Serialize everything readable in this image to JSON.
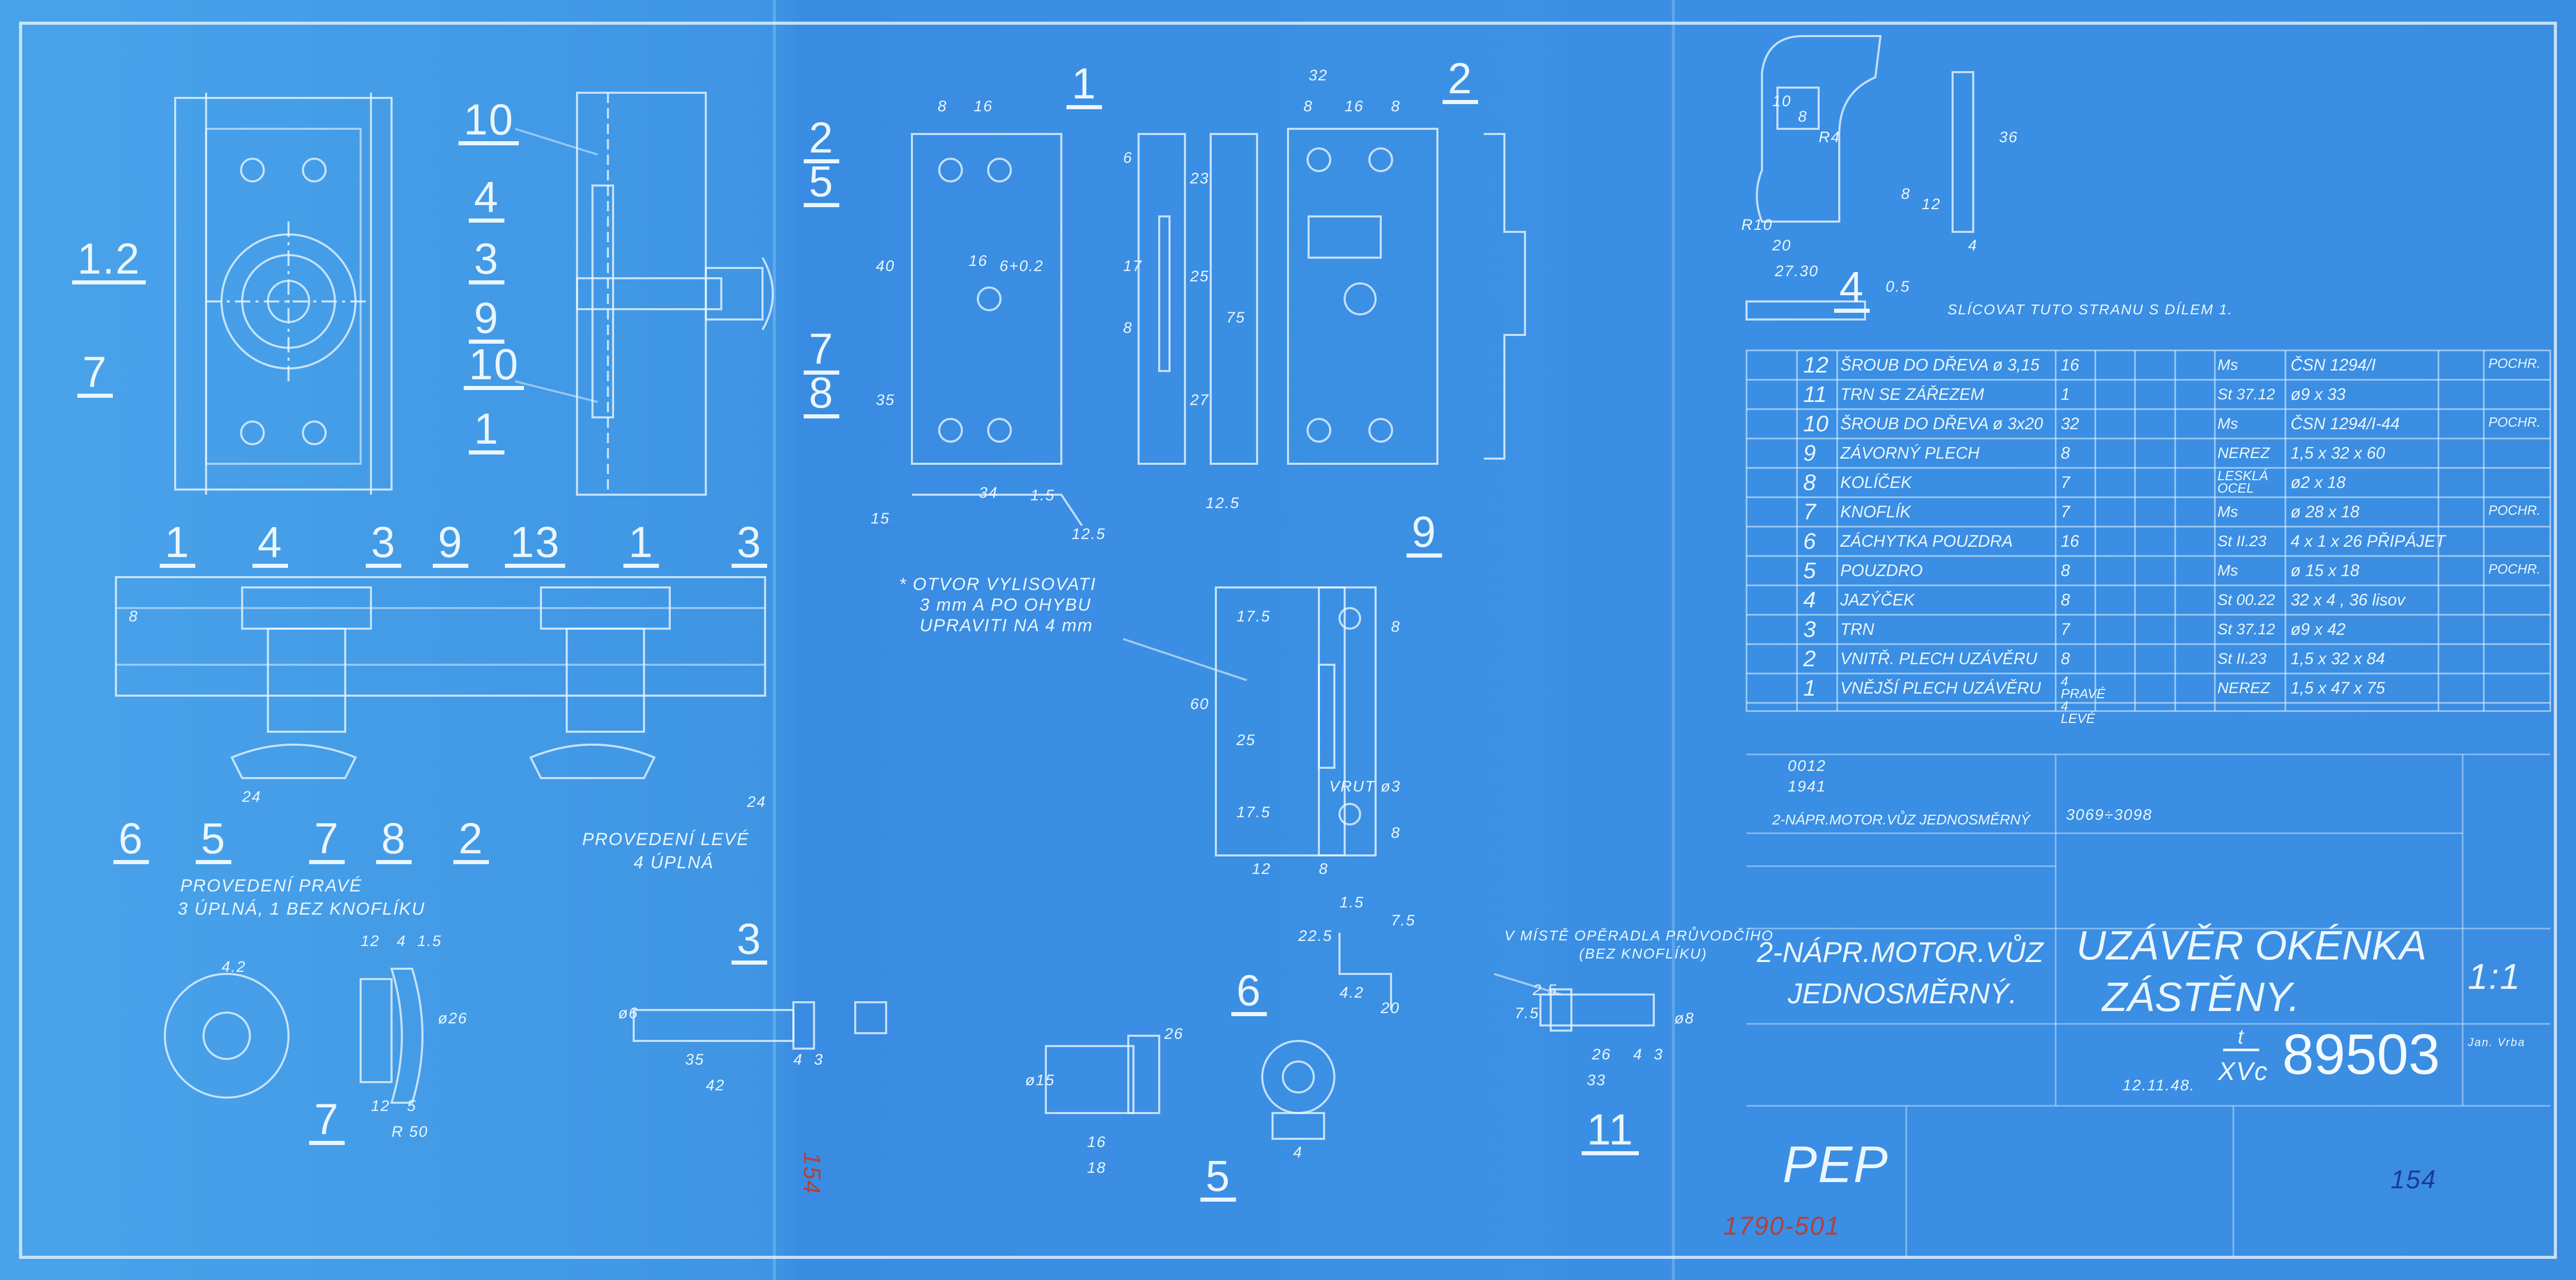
{
  "colors": {
    "paper": "#3c91e4",
    "ink": "#eaf6ff",
    "red_pencil": "#b4403a",
    "blue_pen": "#1a3c9a"
  },
  "left_panel": {
    "view_labels": [
      "1.2",
      "7",
      "10",
      "4",
      "3",
      "9",
      "10",
      "1",
      "2",
      "5",
      "7",
      "8"
    ],
    "section_labels": [
      "1",
      "4",
      "3",
      "9",
      "13",
      "1",
      "3"
    ],
    "bottom_labels": [
      "6",
      "5",
      "7",
      "8",
      "2"
    ],
    "right_version": {
      "title": "PROVEDENÍ PRAVÉ",
      "detail": "3 ÚPLNÁ, 1 BEZ KNOFLÍKU"
    },
    "left_version": {
      "title": "PROVEDENÍ LEVÉ",
      "detail": "4 ÚPLNÁ"
    },
    "part7_label": "7",
    "part3_label": "3",
    "dims": [
      "8",
      "24",
      "24",
      "4.2",
      "12",
      "4",
      "1.5",
      "ø26",
      "R 50",
      "12",
      "5",
      "35",
      "42",
      "4",
      "3",
      "ø6"
    ]
  },
  "middle_panel": {
    "part1_label": "1",
    "part2_label": "2",
    "part9_label": "9",
    "part6_label": "6",
    "part5_label": "5",
    "note": [
      "* OTVOR VYLISOVATI",
      "3 mm A PO OHYBU",
      "UPRAVITI NA 4 mm"
    ],
    "dims": [
      "8",
      "16",
      "32",
      "8",
      "16",
      "8",
      "40",
      "35",
      "75",
      "16",
      "6+0.2",
      "6",
      "17",
      "8",
      "23",
      "25",
      "27",
      "12.5",
      "34",
      "1.5",
      "12.5",
      "15",
      "60",
      "17.5",
      "25",
      "17.5",
      "8",
      "8",
      "12",
      "8",
      "VRUT ø3",
      "26",
      "18",
      "16",
      "ø15",
      "22.5",
      "1.5",
      "20",
      "4.2",
      "4",
      "7.5"
    ],
    "part11_note": [
      "V MÍSTĚ OPĚRADLA PRŮVODČÍHO",
      "(BEZ KNOFLÍKU)"
    ]
  },
  "right_panel": {
    "part4_label": "4",
    "part11_label": "11",
    "fit_note": "SLÍCOVAT TUTO STRANU S DÍLEM 1.",
    "part4_dims": [
      "10",
      "8",
      "R4",
      "R10",
      "20",
      "27.30",
      "12",
      "8",
      "36",
      "0.5",
      "4"
    ],
    "part11_dims": [
      "2.5",
      "26",
      "4",
      "3",
      "33",
      "ø8",
      "7.5"
    ]
  },
  "parts_list": [
    {
      "no": "12",
      "name": "ŠROUB DO DŘEVA ø 3,15",
      "qty": "16",
      "material": "Ms",
      "spec": "ČSN 1294/I",
      "finish": "POCHR."
    },
    {
      "no": "11",
      "name": "TRN SE ZÁŘEZEM",
      "qty": "1",
      "material": "St 37.12",
      "spec": "ø9 x 33",
      "finish": ""
    },
    {
      "no": "10",
      "name": "ŠROUB DO DŘEVA ø 3x20",
      "qty": "32",
      "material": "Ms",
      "spec": "ČSN 1294/I-44",
      "finish": "POCHR."
    },
    {
      "no": "9",
      "name": "ZÁVORNÝ PLECH",
      "qty": "8",
      "material": "NEREZ",
      "spec": "1,5 x 32 x 60",
      "finish": ""
    },
    {
      "no": "8",
      "name": "KOLÍČEK",
      "qty": "7",
      "material": "LESKLÁ OCEL",
      "spec": "ø2 x 18",
      "finish": ""
    },
    {
      "no": "7",
      "name": "KNOFLÍK",
      "qty": "7",
      "material": "Ms",
      "spec": "ø 28 x 18",
      "finish": "POCHR."
    },
    {
      "no": "6",
      "name": "ZÁCHYTKA POUZDRA",
      "qty": "16",
      "material": "St II.23",
      "spec": "4 x 1 x 26 PŘIPÁJET",
      "finish": ""
    },
    {
      "no": "5",
      "name": "POUZDRO",
      "qty": "8",
      "material": "Ms",
      "spec": "ø 15 x 18",
      "finish": "POCHR."
    },
    {
      "no": "4",
      "name": "JAZÝČEK",
      "qty": "8",
      "material": "St 00.22",
      "spec": "32 x 4 , 36   lisov",
      "finish": ""
    },
    {
      "no": "3",
      "name": "TRN",
      "qty": "7",
      "material": "St 37.12",
      "spec": "ø9 x 42",
      "finish": ""
    },
    {
      "no": "2",
      "name": "VNITŘ. PLECH UZÁVĚRU",
      "qty": "8",
      "material": "St II.23",
      "spec": "1,5 x 32 x 84",
      "finish": ""
    },
    {
      "no": "1",
      "name": "VNĚJŠÍ PLECH UZÁVĚRU",
      "qty": "4 PRAVÉ 4 LEVÉ",
      "material": "NEREZ",
      "spec": "1,5 x 47 x 75",
      "finish": ""
    }
  ],
  "title_block": {
    "code1": "0012",
    "code2": "1941",
    "vehicle_small": "2-NÁPR.MOTOR.VŮZ JEDNOSMĚRNÝ",
    "range": "3069÷3098",
    "vehicle_line1": "2-NÁPR.MOTOR.VŮZ",
    "vehicle_line2": "JEDNOSMĚRNÝ.",
    "title_line1": "UZÁVĚR OKÉNKA",
    "title_line2": "ZÁSTĚNY.",
    "scale": "1:1",
    "date": "12.11.48.",
    "class_top": "t",
    "class_bottom": "XVc",
    "drawing_number": "89503",
    "signature": "Jan. Vrba",
    "company": "PEP",
    "handwritten_red": "1790-501",
    "handwritten_blue": "154",
    "handwritten_red_side": "154"
  }
}
